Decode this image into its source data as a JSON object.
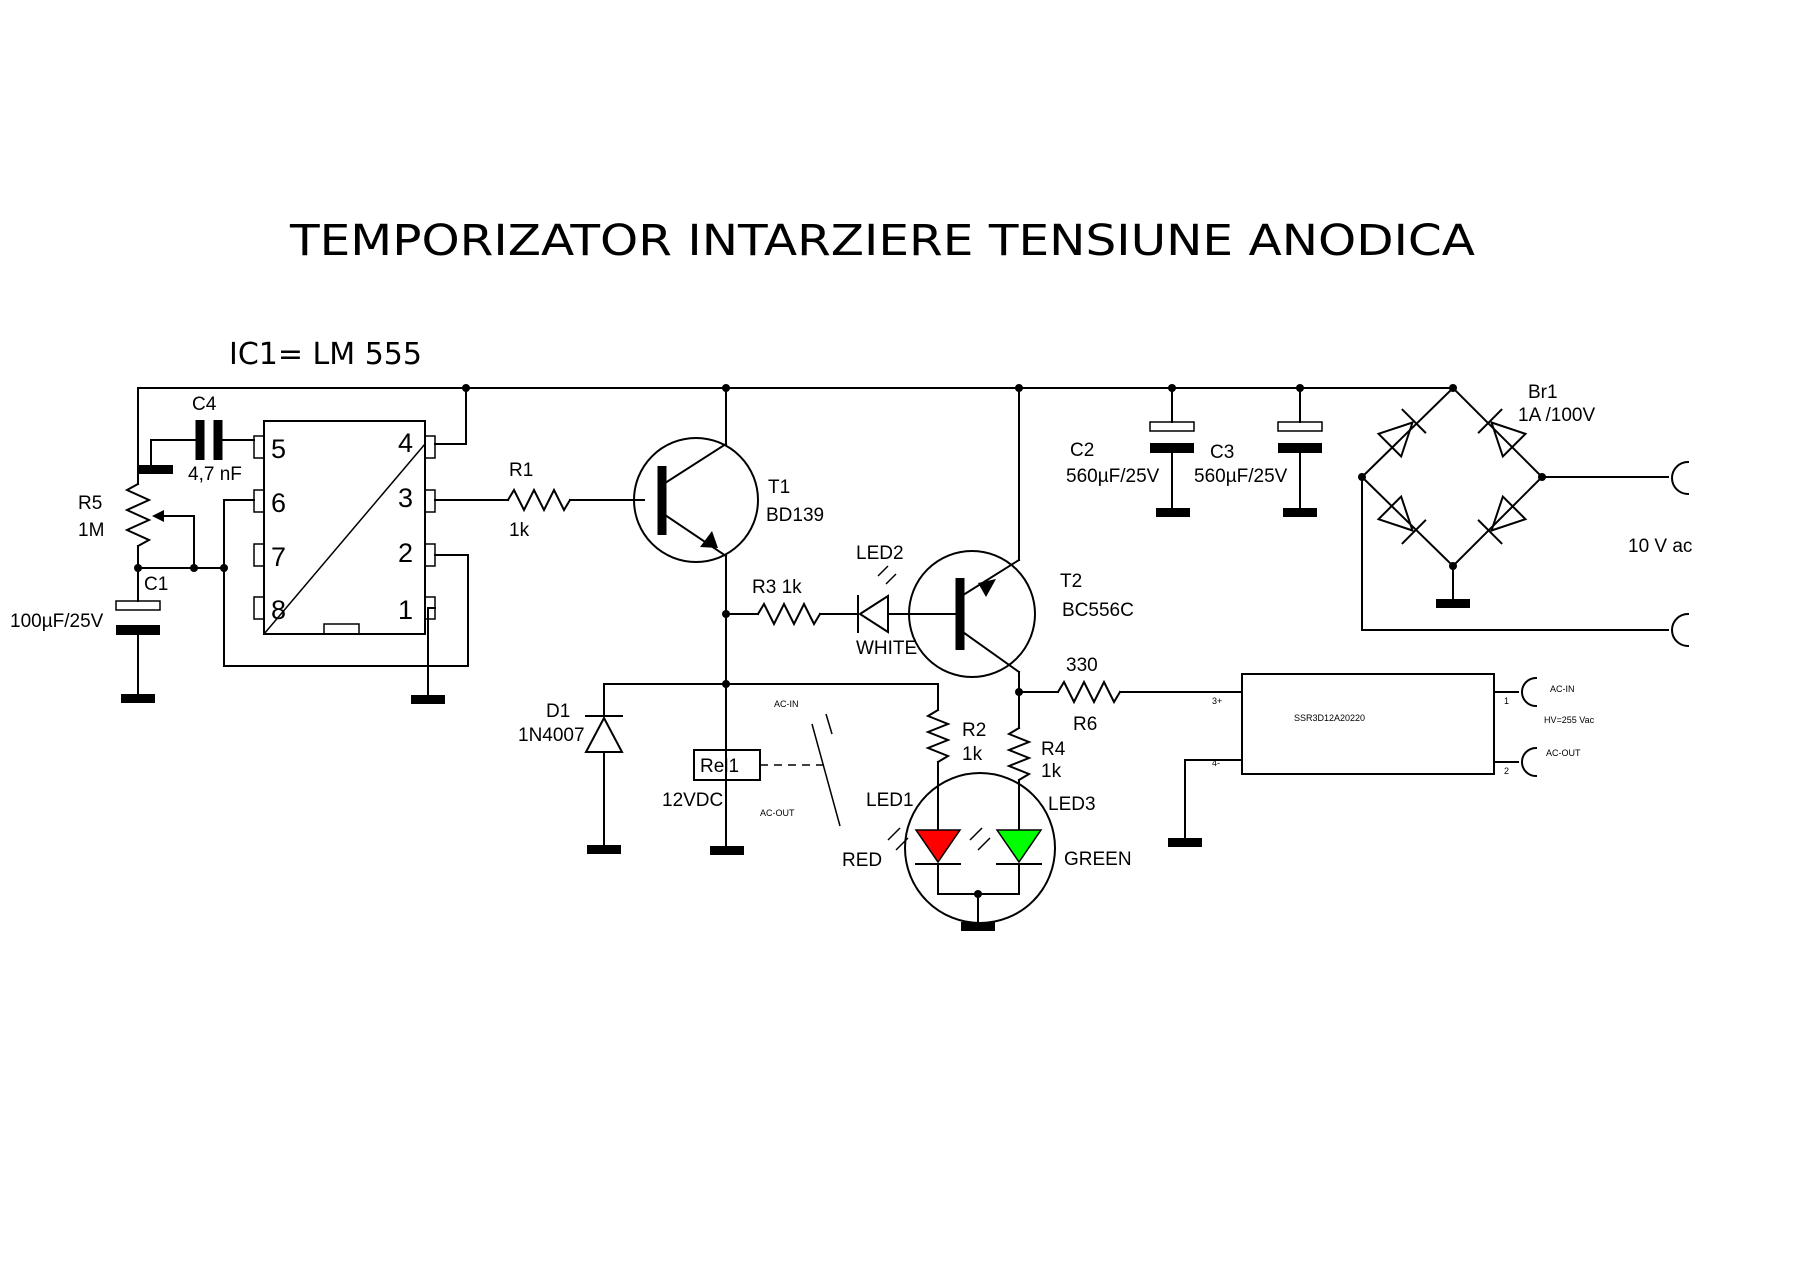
{
  "title": "TEMPORIZATOR   INTARZIERE   TENSIUNE ANODICA",
  "ic_label": "IC1= LM 555",
  "ic_pins": [
    "5",
    "6",
    "7",
    "8",
    "4",
    "3",
    "2",
    "1"
  ],
  "components": {
    "c4": {
      "ref": "C4",
      "value": "4,7 nF"
    },
    "r5": {
      "ref": "R5",
      "value": "1M"
    },
    "c1": {
      "ref": "C1",
      "value": "100µF/25V"
    },
    "r1": {
      "ref": "R1",
      "value": "1k"
    },
    "t1": {
      "ref": "T1",
      "value": "BD139"
    },
    "r3": {
      "ref": "R3  1k"
    },
    "led2": {
      "ref": "LED2",
      "value": "WHITE"
    },
    "t2": {
      "ref": "T2",
      "value": "BC556C"
    },
    "d1": {
      "ref": "D1",
      "value": "1N4007"
    },
    "rel1": {
      "ref": "Rel1",
      "value": "12VDC",
      "ac_in": "AC-IN",
      "ac_out": "AC-OUT"
    },
    "r2": {
      "ref": "R2",
      "value": "1k"
    },
    "r4": {
      "ref": "R4",
      "value": "1k"
    },
    "led1": {
      "ref": "LED1",
      "value": "RED",
      "color": "#ff0000"
    },
    "led3": {
      "ref": "LED3",
      "value": "GREEN",
      "color": "#00ff00"
    },
    "r6": {
      "ref": "R6",
      "value": "330"
    },
    "ssr": {
      "part": "SSR3D12A20220",
      "pin3": "3+",
      "pin4": "4-",
      "pin1": "1",
      "pin2": "2",
      "ac_in": "AC-IN",
      "hv": "HV=255 Vac",
      "ac_out": "AC-OUT"
    },
    "c2": {
      "ref": "C2",
      "value": "560µF/25V"
    },
    "c3": {
      "ref": "C3",
      "value": "560µF/25V"
    },
    "br1": {
      "ref": "Br1",
      "value": "1A /100V"
    },
    "supply": {
      "value": "10 V ac"
    }
  }
}
